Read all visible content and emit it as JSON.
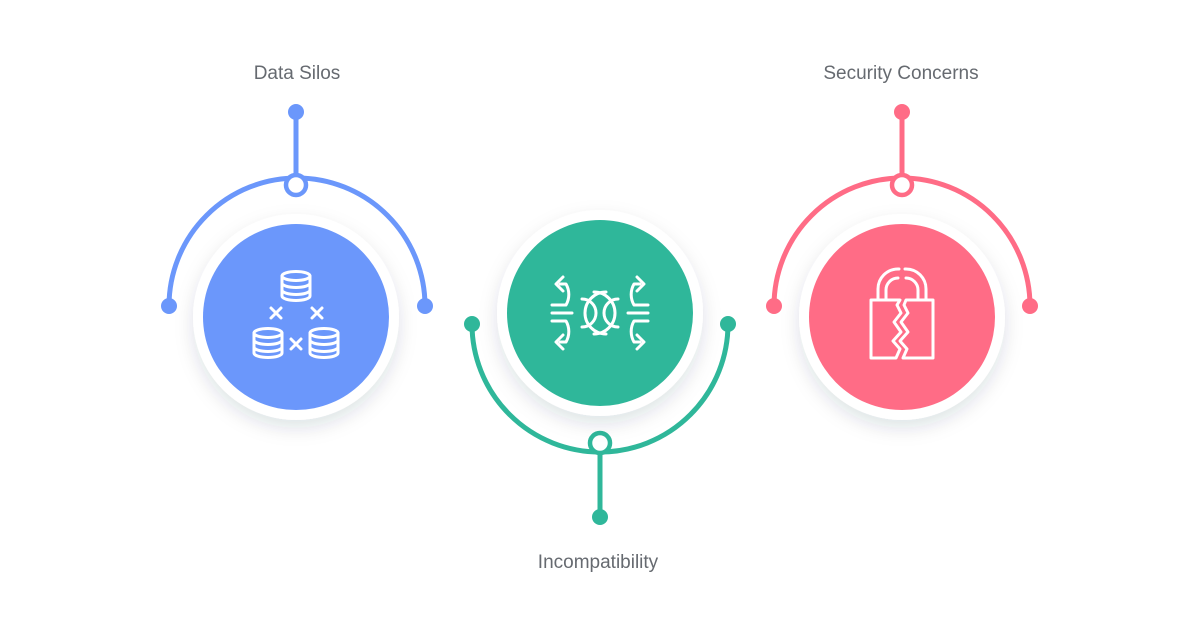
{
  "items": [
    {
      "label": "Data Silos",
      "color": "#6b97fb",
      "icon": "database-disconnected-icon",
      "connector": "top"
    },
    {
      "label": "Incompatibility",
      "color": "#2fb79a",
      "icon": "diverging-arrows-icon",
      "connector": "bottom"
    },
    {
      "label": "Security Concerns",
      "color": "#ff6c86",
      "icon": "broken-padlock-icon",
      "connector": "top"
    }
  ]
}
